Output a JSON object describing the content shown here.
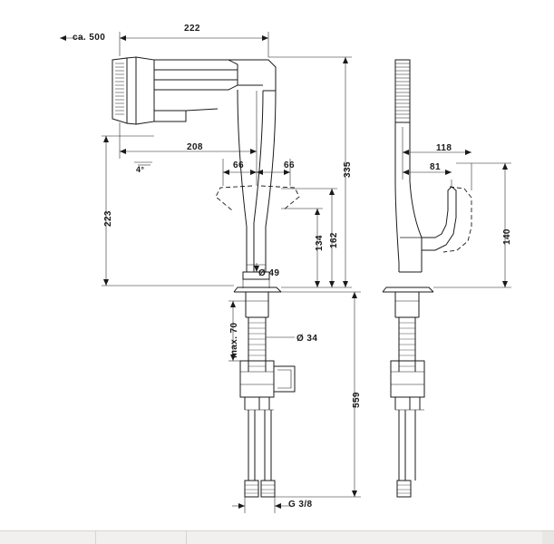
{
  "document": {
    "type": "technical-drawing",
    "subject": "Kitchen mixer tap dimensional drawing",
    "view_left": "front-view",
    "view_right": "side-view"
  },
  "dimensions": {
    "reach_top": "222",
    "approach": "ca. 500",
    "spout_reach": "208",
    "offset_left": "66",
    "offset_right": "66",
    "angle": "4°",
    "height_spout": "223",
    "total_height": "335",
    "handle_height": "162",
    "mid_height": "134",
    "base_diameter": "Ø 49",
    "shank_diameter": "Ø 34",
    "max_thickness": "max. 70",
    "hose_length": "559",
    "thread": "G 3/8",
    "side_reach": "118",
    "side_offset": "81",
    "side_height": "140"
  },
  "statusbar": {
    "text": ""
  }
}
